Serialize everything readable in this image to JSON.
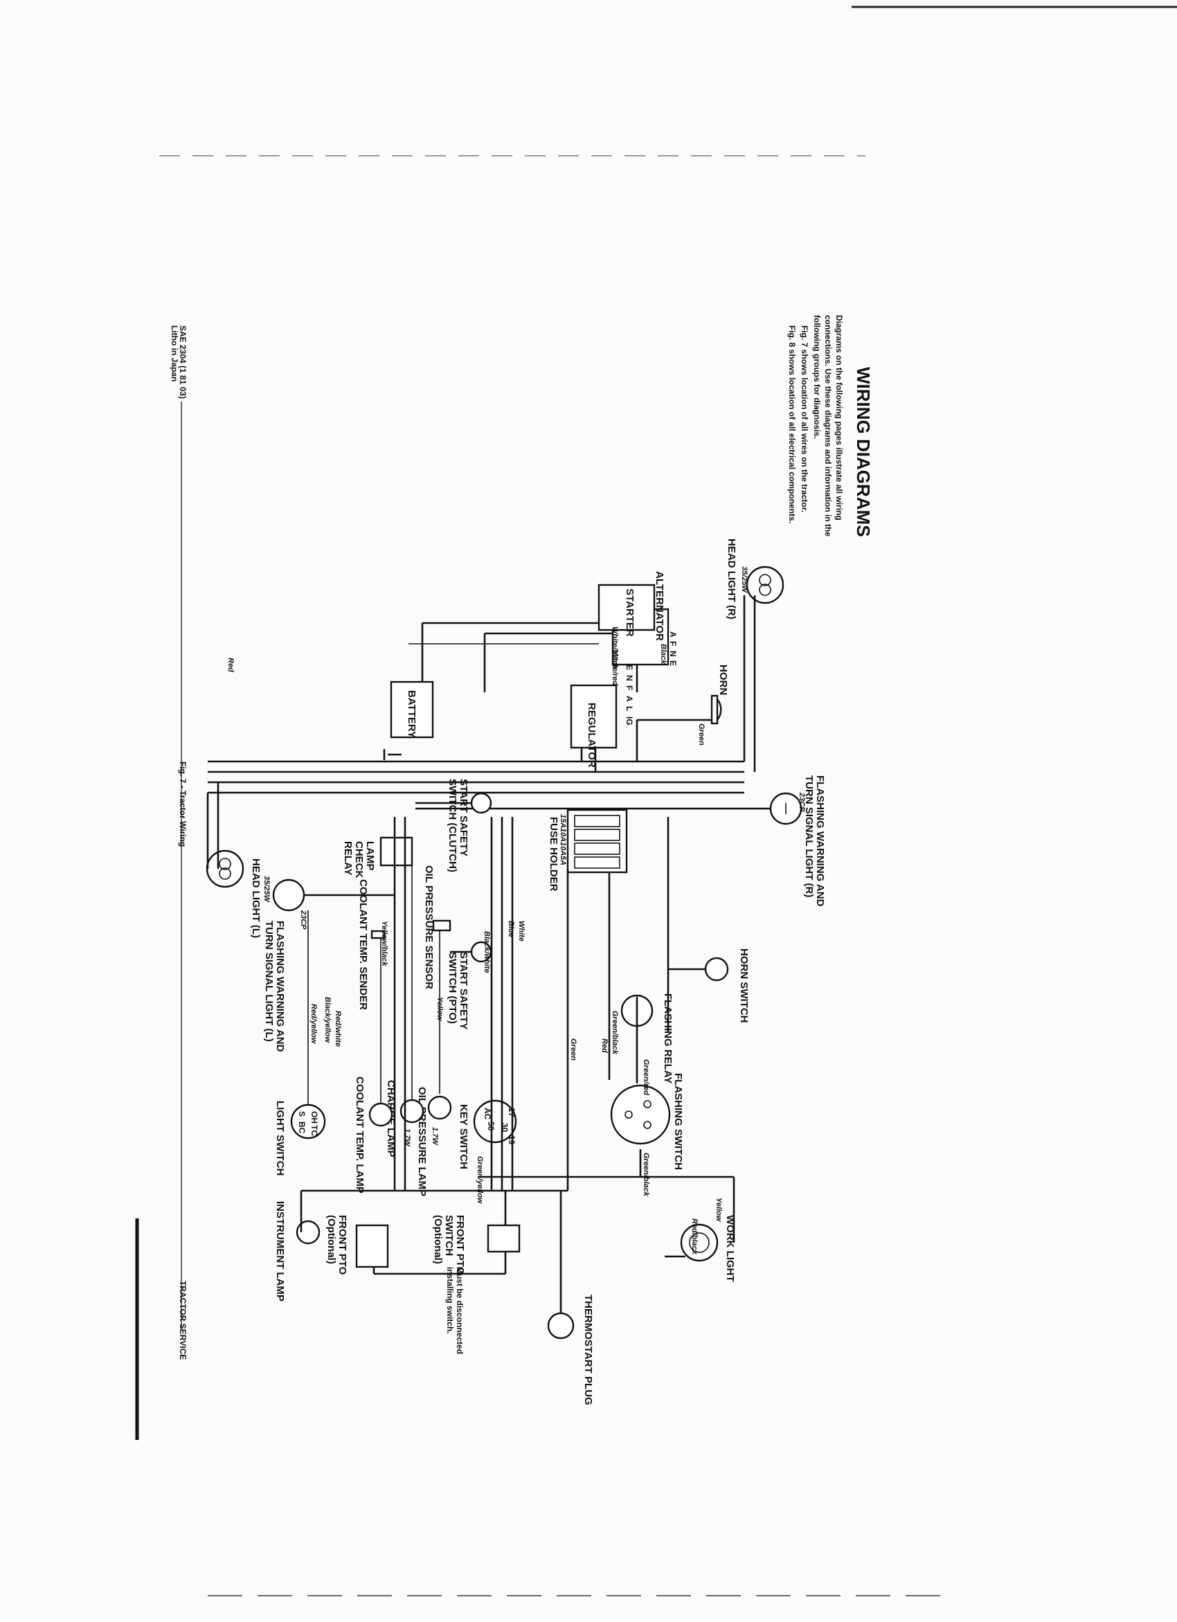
{
  "section_title": "WIRING DIAGRAMS",
  "intro": {
    "line1": "Diagrams on the following pages illustrate all wiring",
    "line2": "connections. Use these diagrams and information in the",
    "line3": "following groups for diagnosis.",
    "fig7": "Fig. 7 shows location of all wires on the tractor.",
    "fig8": "Fig. 8 shows location of all electrical components."
  },
  "caption": "Fig. 7 - Tractor Wiring",
  "footer_left_1": "SAE 2304 (1 81 03)",
  "footer_left_2": "Litho in Japan",
  "footer_right": "TRACTOR SERVICE",
  "components": {
    "head_light_r": "HEAD LIGHT (R)",
    "head_light_r_rating": "35/25W",
    "head_light_l": "HEAD LIGHT (L)",
    "head_light_l_rating": "35/25W",
    "alternator": "ALTERNATOR",
    "starter": "STARTER",
    "battery": "BATTERY",
    "horn": "HORN",
    "regulator": "REGULATOR",
    "fuse_holder": "FUSE HOLDER",
    "fuse_ratings": [
      "15A",
      "10A",
      "10A",
      "5A"
    ],
    "flashing_warning_r": "FLASHING WARNING AND",
    "turn_signal_r": "TURN SIGNAL LIGHT (R)",
    "turn_signal_r_rating": "23CP",
    "horn_switch": "HORN SWITCH",
    "flashing_relay": "FLASHING RELAY",
    "flashing_switch": "FLASHING SWITCH",
    "work_light": "WORK LIGHT",
    "start_safety_clutch_1": "START SAFETY",
    "start_safety_clutch_2": "SWITCH (CLUTCH)",
    "start_safety_pto_1": "START SAFETY",
    "start_safety_pto_2": "SWITCH (PTO)",
    "oil_pressure_sensor": "OIL PRESSURE SENSOR",
    "oil_pressure_lamp": "OIL PRESSURE LAMP",
    "charge_lamp": "CHARGE LAMP",
    "coolant_temp_sender": "COOLANT TEMP. SENDER",
    "coolant_temp_lamp": "COOLANT TEMP. LAMP",
    "lamp_check_relay_1": "LAMP",
    "lamp_check_relay_2": "CHECK",
    "lamp_check_relay_3": "RELAY",
    "key_switch": "KEY SWITCH",
    "light_switch": "LIGHT SWITCH",
    "flashing_warning_l": "FLASHING WARNING AND",
    "turn_signal_l": "TURN SIGNAL LIGHT (L)",
    "turn_signal_l_rating": "23CP",
    "instrument_lamp": "INSTRUMENT LAMP",
    "front_pto_switch_1": "FRONT PTO",
    "front_pto_switch_2": "SWITCH",
    "front_pto_switch_3": "(Optional)",
    "front_pto_1": "FRONT PTO",
    "front_pto_2": "(Optional)",
    "pto_note_1": "Must be disconnected",
    "pto_note_2": "installing switch.",
    "thermostart_plug": "THERMOSTART PLUG"
  },
  "terminals": {
    "alt": [
      "E",
      "N",
      "F",
      "A"
    ],
    "reg": [
      "E",
      "N",
      "F",
      "A",
      "L",
      "IG"
    ],
    "key": [
      "17",
      "30",
      "19",
      "50",
      "AC"
    ],
    "light_sw": [
      "OH",
      "TC",
      "S",
      "BC"
    ]
  },
  "wire_colors": {
    "black": "Black",
    "red": "Red",
    "green": "Green",
    "blue": "Blue",
    "yellow": "Yellow",
    "white": "White",
    "black_white": "Black/white",
    "white_black": "White/black",
    "white_red": "White/red",
    "green_black": "Green/black",
    "green_red": "Green/red",
    "green_yellow": "Green/yellow",
    "yellow_black": "Yellow/black",
    "red_white": "Red/white",
    "red_yellow": "Red/yellow",
    "red_black": "Red/black",
    "black_yellow": "Black/yellow",
    "lamp_rating": "1.7W"
  }
}
